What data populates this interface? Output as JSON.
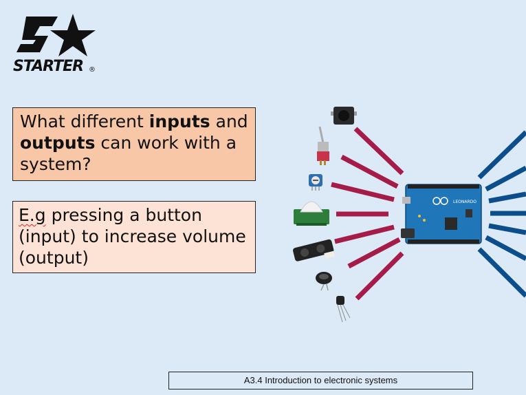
{
  "logo": {
    "text": "STARTER",
    "mark": "®",
    "icon": "star-icon"
  },
  "question": {
    "part1": "What different ",
    "bold1": "inputs",
    "part2": " and ",
    "bold2": "outputs",
    "part3": " can work with a system?"
  },
  "example": {
    "eg": "E.g",
    "text": " pressing a button (input) to increase volume (output)"
  },
  "board": {
    "label": "LEONARDO"
  },
  "footer": {
    "title": "A3.4 Introduction to electronic systems"
  },
  "colors": {
    "input_lines": "#a51c48",
    "output_lines": "#0c4e8c",
    "board": "#1f76b8"
  }
}
